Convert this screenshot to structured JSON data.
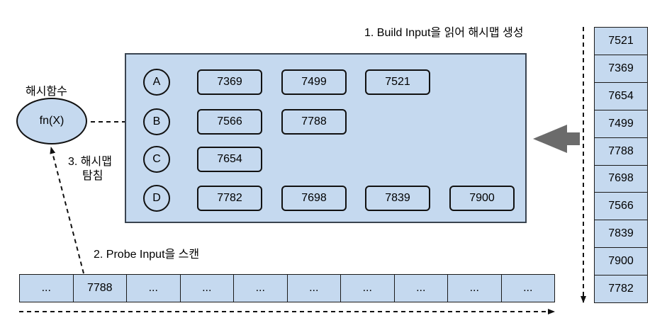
{
  "labels": {
    "build_step": "1. Build Input을 읽어 해시맵 생성",
    "probe_step": "2. Probe Input을 스캔",
    "probe_step_line1": "3. 해시맵",
    "probe_step_line2": "탐침",
    "hash_function_title": "해시함수",
    "hash_function": "fn(X)"
  },
  "hash_map": {
    "buckets": [
      {
        "key": "A",
        "nodes": [
          "7369",
          "7499",
          "7521"
        ]
      },
      {
        "key": "B",
        "nodes": [
          "7566",
          "7788"
        ]
      },
      {
        "key": "C",
        "nodes": [
          "7654"
        ]
      },
      {
        "key": "D",
        "nodes": [
          "7782",
          "7698",
          "7839",
          "7900"
        ]
      }
    ]
  },
  "build_input": [
    "7521",
    "7369",
    "7654",
    "7499",
    "7788",
    "7698",
    "7566",
    "7839",
    "7900",
    "7782"
  ],
  "probe_input": [
    "...",
    "7788",
    "...",
    "...",
    "...",
    "...",
    "...",
    "...",
    "...",
    "..."
  ],
  "colors": {
    "fill": "#c5d9ef",
    "arrow": "#1f3f66",
    "big_arrow": "#6b6b6b"
  }
}
